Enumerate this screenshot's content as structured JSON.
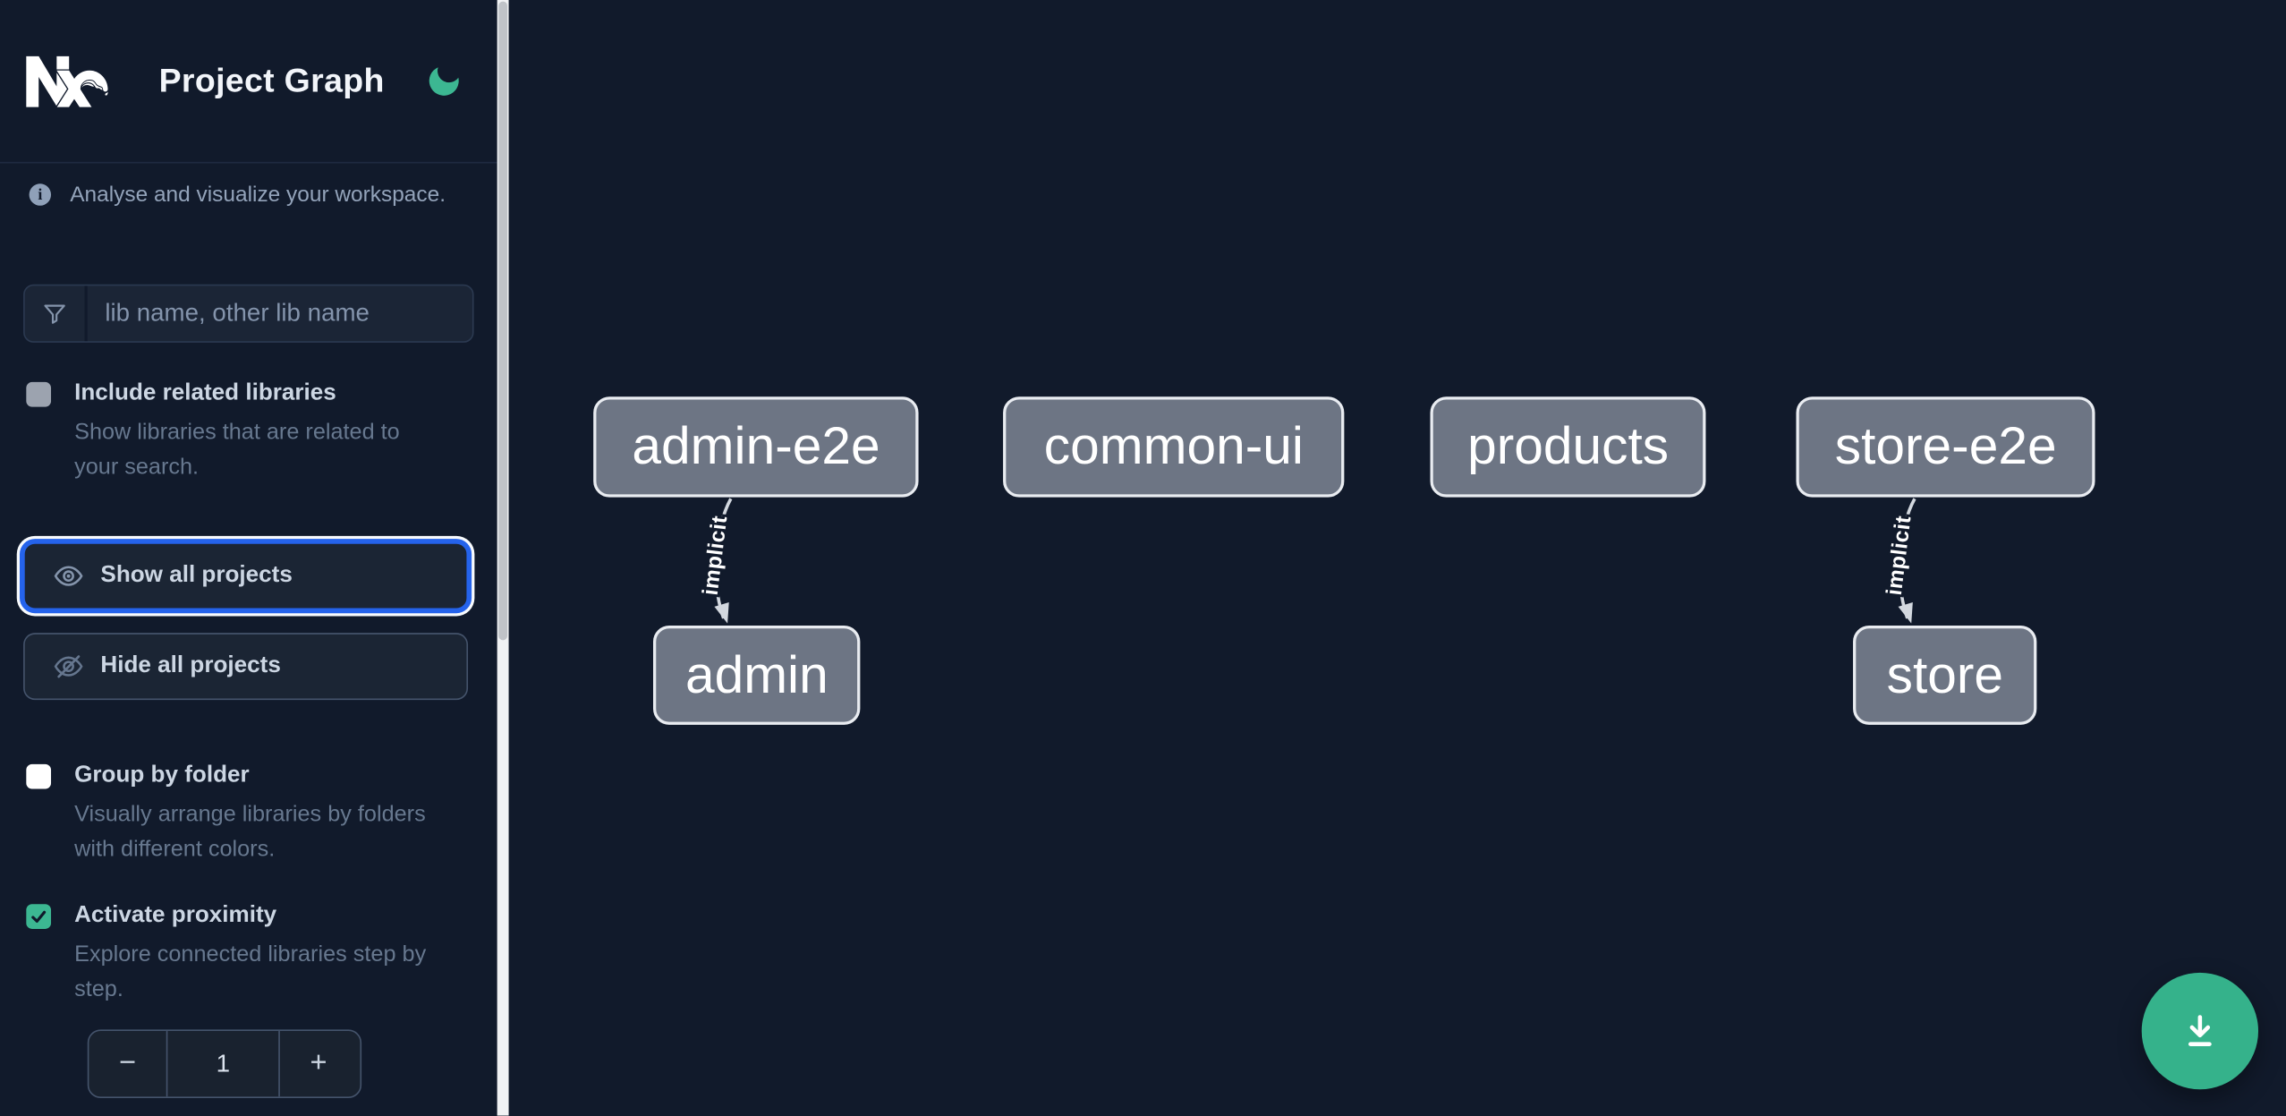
{
  "header": {
    "app_title": "Project Graph",
    "logo": "nx-logo",
    "theme_toggle_icon": "moon-icon"
  },
  "sidebar": {
    "tagline": "Analyse and visualize your workspace.",
    "search": {
      "placeholder": "lib name, other lib name",
      "icon": "filter-funnel-icon"
    },
    "include_related": {
      "label": "Include related libraries",
      "description": "Show libraries that are related to your search.",
      "checked": false
    },
    "buttons": {
      "show_all": {
        "label": "Show all projects",
        "icon": "eye-icon",
        "focused": true
      },
      "hide_all": {
        "label": "Hide all projects",
        "icon": "eye-off-icon",
        "focused": false
      }
    },
    "group_by_folder": {
      "label": "Group by folder",
      "description": "Visually arrange libraries by folders with different colors.",
      "checked": false
    },
    "activate_proximity": {
      "label": "Activate proximity",
      "description": "Explore connected libraries step by step.",
      "checked": true
    },
    "proximity_stepper": {
      "decrement": "−",
      "value": "1",
      "increment": "+"
    }
  },
  "graph": {
    "nodes": [
      {
        "label": "admin-e2e"
      },
      {
        "label": "common-ui"
      },
      {
        "label": "products"
      },
      {
        "label": "store-e2e"
      },
      {
        "label": "admin"
      },
      {
        "label": "store"
      }
    ],
    "edges": [
      {
        "source": "admin-e2e",
        "target": "admin",
        "label": "implicit",
        "style": "arrow"
      },
      {
        "source": "store-e2e",
        "target": "store",
        "label": "implicit",
        "style": "arrow"
      }
    ],
    "download_button_icon": "download-icon"
  },
  "colors": {
    "background": "#111a2b",
    "accent_green": "#3cb792",
    "focus_ring_blue": "#2563eb",
    "node_fill": "#6d7584",
    "node_border": "#e9ecf1",
    "scrollbar_track": "#f1f2f4",
    "scrollbar_thumb": "#c0c3c8"
  }
}
